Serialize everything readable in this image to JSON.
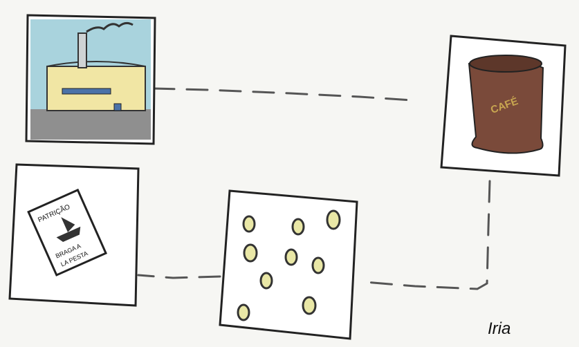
{
  "drawing": {
    "cards": [
      {
        "id": "factory",
        "depicts": "factory-icon"
      },
      {
        "id": "sack",
        "depicts": "coffee-sack-icon",
        "label": "CAFÉ"
      },
      {
        "id": "packet",
        "depicts": "coffee-packet-icon",
        "lines": [
          "PATRIÇÃO",
          "BRAGA A",
          "LA PESTA"
        ]
      },
      {
        "id": "beans",
        "depicts": "coffee-beans-icon"
      }
    ],
    "signature": "Iria"
  }
}
